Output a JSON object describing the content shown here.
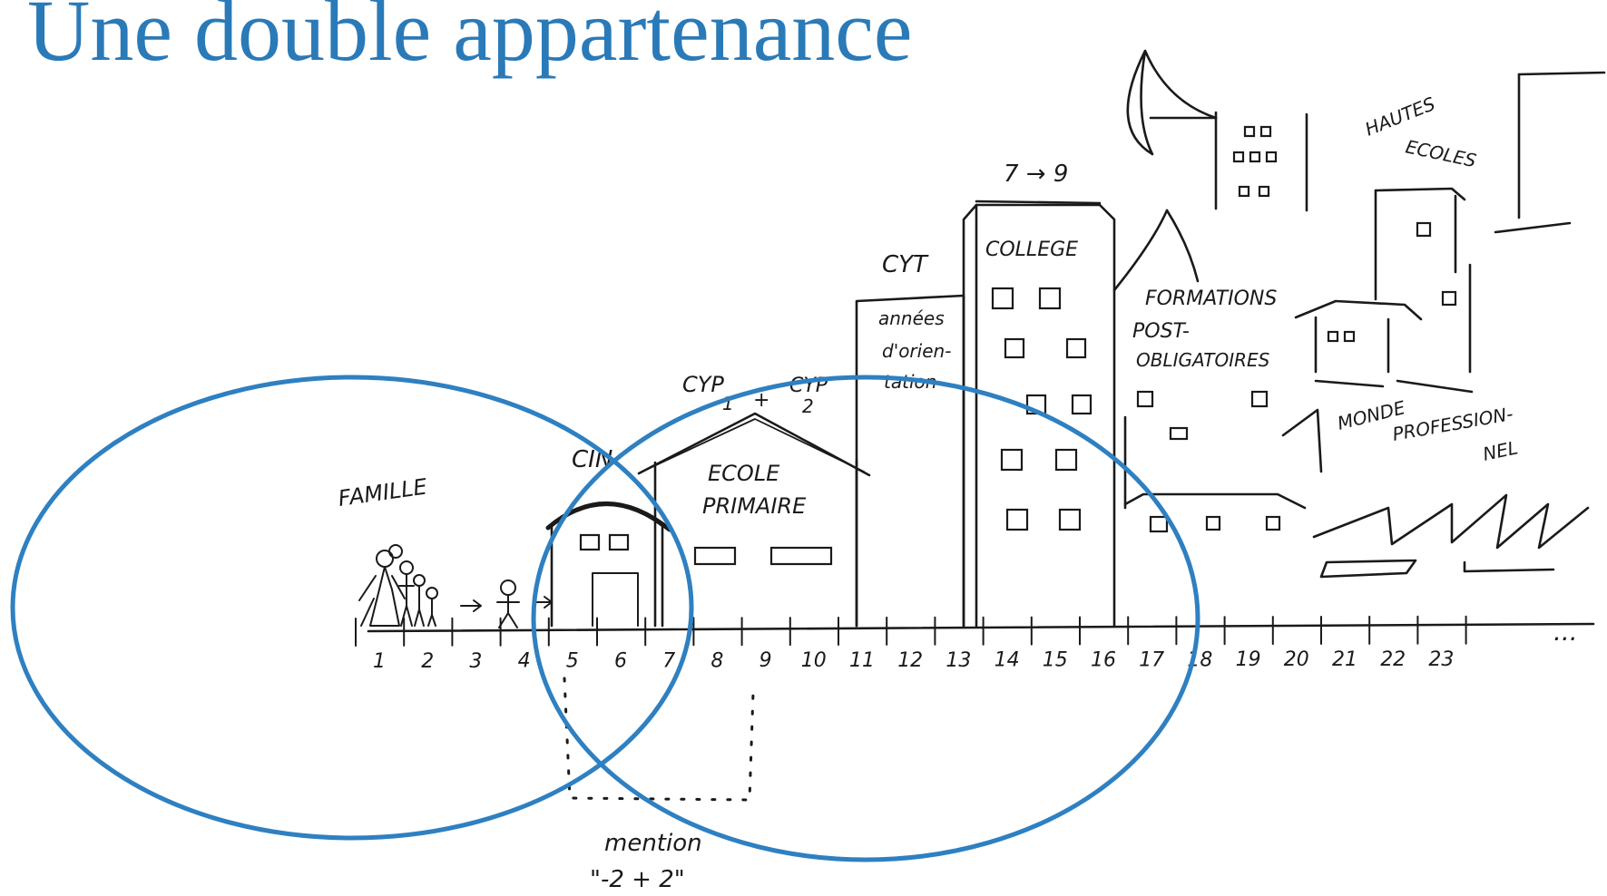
{
  "slide": {
    "title": "Une double appartenance",
    "title_color": "#2a7ab8",
    "ellipse_color": "#2e80c1"
  },
  "drawing": {
    "labels": {
      "famille": "FAMILLE",
      "cin": "CIN",
      "cyp": "CYP",
      "cyp_1": "1",
      "plus": "+",
      "cyp_2_label": "CYP",
      "cyp_2": "2",
      "ecole": "ECOLE",
      "primaire": "PRIMAIRE",
      "cyt": "CYT",
      "annees": "années",
      "orien": "d'orien-",
      "tation": "tation",
      "college_range": "7 → 9",
      "college": "COLLEGE",
      "formations": "FORMATIONS",
      "post": "POST-",
      "obligatoires": "OBLIGATOIRES",
      "hautes": "HAUTES",
      "ecoles": "ECOLES",
      "monde": "MONDE",
      "profession": "PROFESSION-",
      "nel": "NEL",
      "mention": "mention",
      "mention_value": "\"-2 + 2\"",
      "ellipsis": "..."
    },
    "timeline_ticks": [
      "1",
      "2",
      "3",
      "4",
      "5",
      "6",
      "7",
      "8",
      "9",
      "10",
      "11",
      "12",
      "13",
      "14",
      "15",
      "16",
      "17",
      "18",
      "19",
      "20",
      "21",
      "22",
      "23"
    ]
  }
}
